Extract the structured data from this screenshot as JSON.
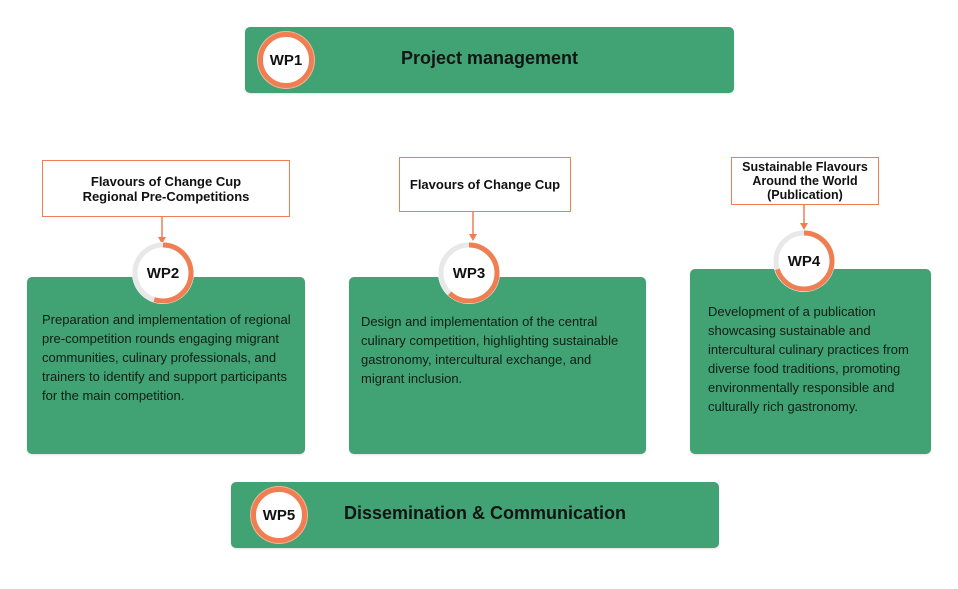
{
  "colors": {
    "green": "#41a274",
    "orange": "#ef7f52",
    "ring_gray": "#e8e8e8"
  },
  "wp1": {
    "badge": "WP1",
    "title": "Project management"
  },
  "wp2": {
    "badge": "WP2",
    "label": "Flavours of Change Cup\nRegional Pre-Competitions",
    "description": "Preparation and implementation of regional pre-competition rounds engaging migrant communities, culinary professionals, and trainers to identify and support participants for the main competition.",
    "progress_fraction": 0.55
  },
  "wp3": {
    "badge": "WP3",
    "label": "Flavours of Change Cup",
    "description": "Design and implementation of the central culinary competition, highlighting sustainable gastronomy, intercultural exchange, and migrant inclusion.",
    "progress_fraction": 0.62
  },
  "wp4": {
    "badge": "WP4",
    "label": "Sustainable Flavours\nAround the World\n(Publication)",
    "description": "Development of a publication showcasing sustainable and intercultural culinary practices from diverse food traditions, promoting environmentally responsible and culturally rich gastronomy.",
    "progress_fraction": 0.7
  },
  "wp5": {
    "badge": "WP5",
    "title": "Dissemination & Communication"
  }
}
